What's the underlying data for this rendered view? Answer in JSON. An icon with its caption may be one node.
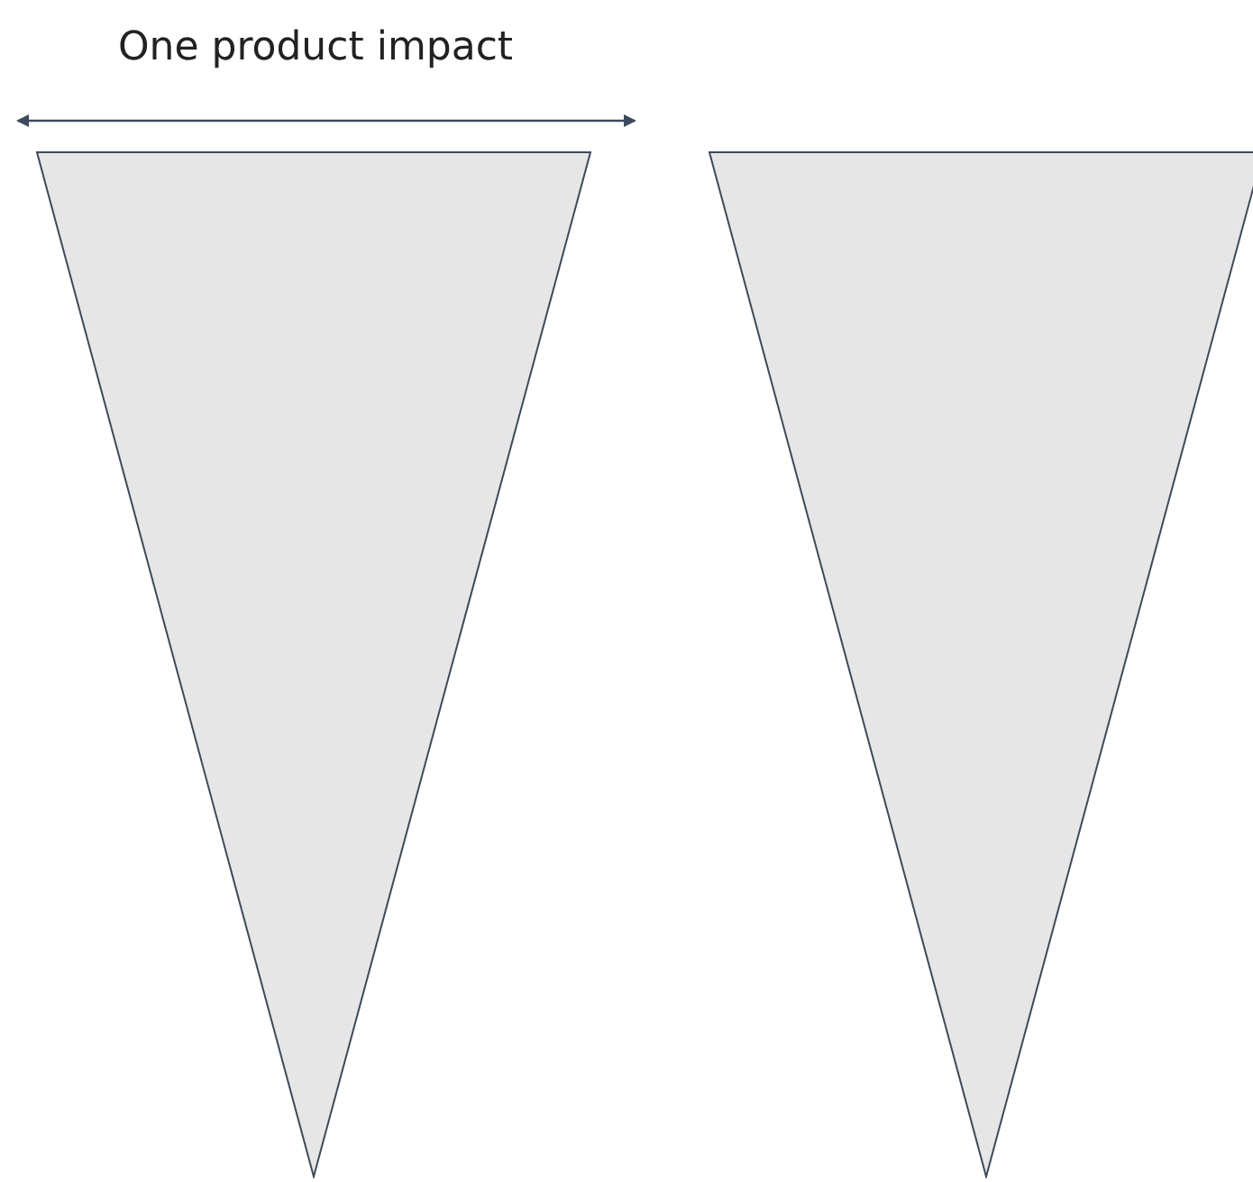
{
  "diagram": {
    "nodes": [
      {
        "text": [],
        "shape": "triangle"
      },
      {
        "text": [],
        "shape": "triangle"
      }
    ],
    "labels": [
      "One product impact"
    ]
  }
}
